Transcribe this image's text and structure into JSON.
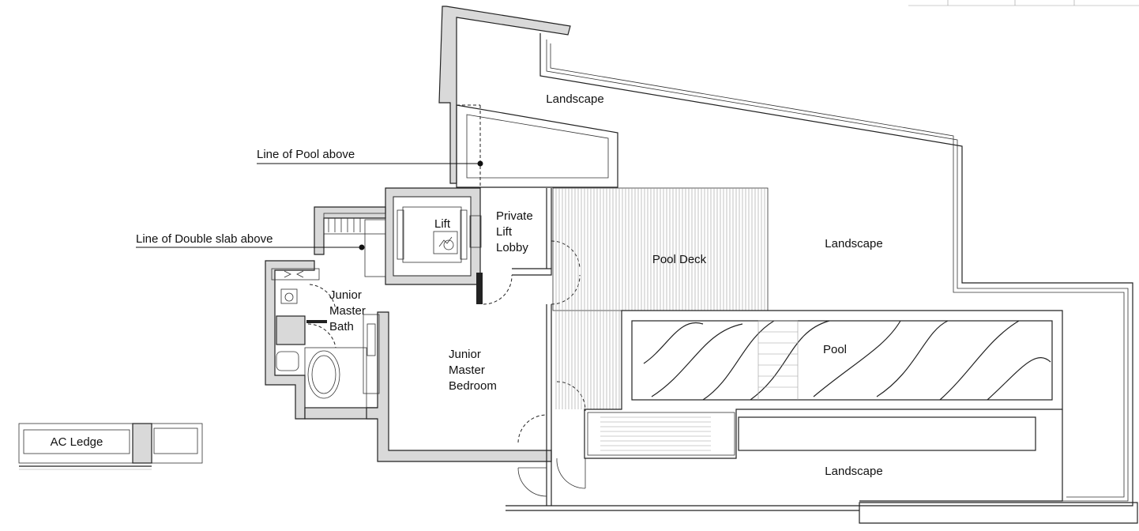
{
  "labels": {
    "landscape_top": "Landscape",
    "line_of_pool_above": "Line of Pool above",
    "line_of_double_slab_above": "Line of Double slab above",
    "lift": "Lift",
    "private_lift_lobby": [
      "Private",
      "Lift",
      "Lobby"
    ],
    "pool_deck": "Pool Deck",
    "landscape_right": "Landscape",
    "junior_master_bath": [
      "Junior",
      "Master",
      "Bath"
    ],
    "junior_master_bedroom": [
      "Junior",
      "Master",
      "Bedroom"
    ],
    "pool": "Pool",
    "landscape_bottom": "Landscape",
    "ac_ledge": "AC Ledge"
  }
}
